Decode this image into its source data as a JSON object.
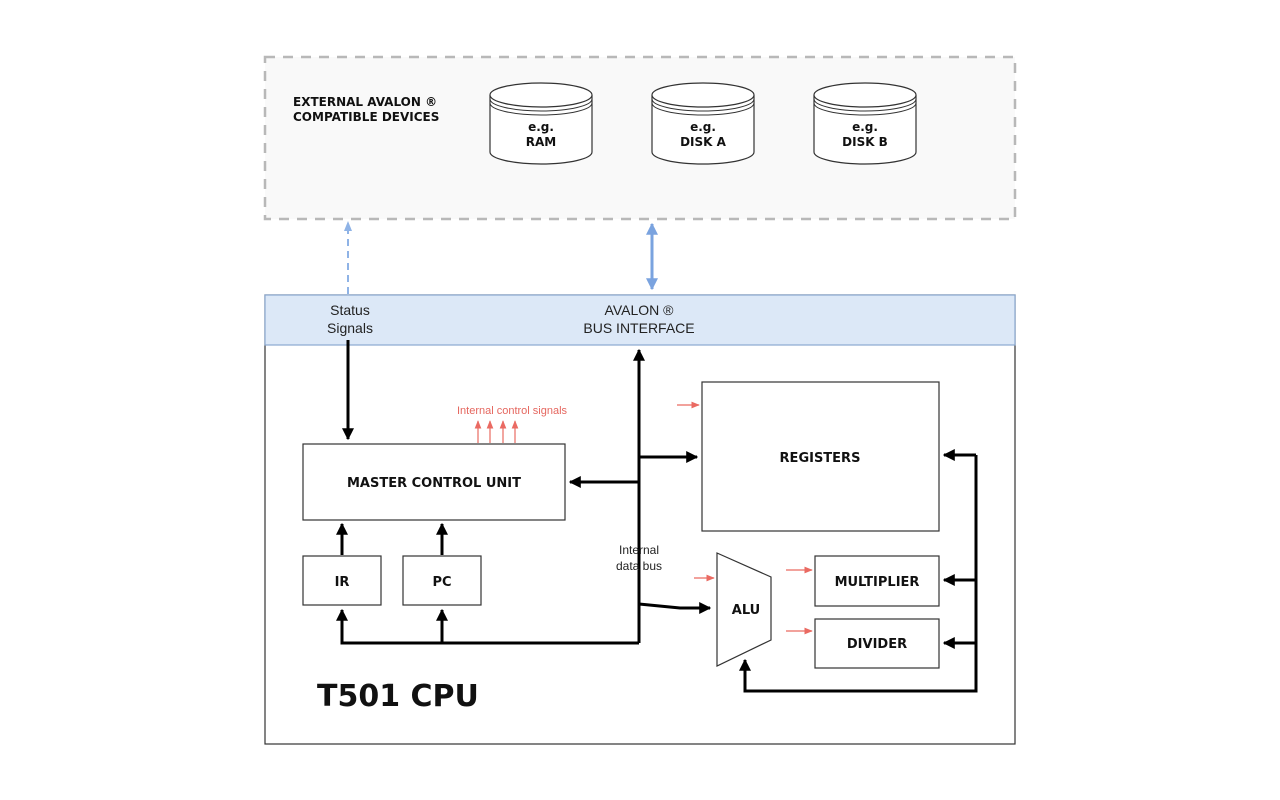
{
  "external": {
    "label_line1": "EXTERNAL AVALON ®",
    "label_line2": "COMPATIBLE DEVICES",
    "devices": [
      {
        "line1": "e.g.",
        "line2": "RAM"
      },
      {
        "line1": "e.g.",
        "line2": "DISK A"
      },
      {
        "line1": "e.g.",
        "line2": "DISK B"
      }
    ]
  },
  "bus": {
    "title_line1": "AVALON ®",
    "title_line2": "BUS INTERFACE",
    "status_line1": "Status",
    "status_line2": "Signals"
  },
  "blocks": {
    "mcu": "MASTER CONTROL UNIT",
    "registers": "REGISTERS",
    "ir": "IR",
    "pc": "PC",
    "alu": "ALU",
    "multiplier": "MULTIPLIER",
    "divider": "DIVIDER"
  },
  "labels": {
    "internal_control": "Internal control signals",
    "data_bus_line1": "Internal",
    "data_bus_line2": "data bus",
    "cpu_title": "T501 CPU"
  },
  "colors": {
    "bus_fill": "#dce8f7",
    "bus_stroke": "#8aa8d0",
    "external_border": "#b8b8b8",
    "control_signal": "#e5675f",
    "bus_arrow": "#7aa3df"
  }
}
